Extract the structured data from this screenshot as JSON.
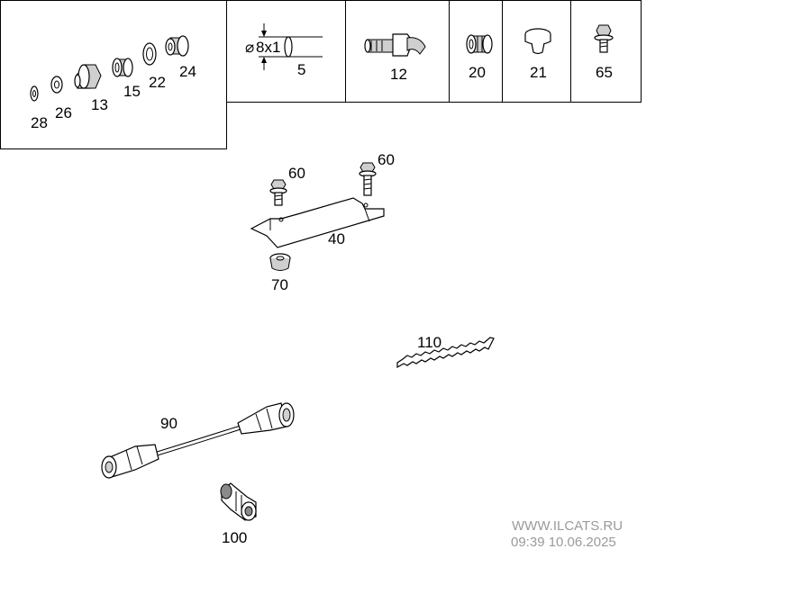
{
  "labels": {
    "p28": "28",
    "p26": "26",
    "p13": "13",
    "p15": "15",
    "p22": "22",
    "p24": "24",
    "dim": "8x1",
    "dia_sym": "⌀",
    "p5": "5",
    "p12": "12",
    "p20": "20",
    "p21": "21",
    "p65": "65",
    "p60a": "60",
    "p60b": "60",
    "p40": "40",
    "p70": "70",
    "p110": "110",
    "p90": "90",
    "p100": "100"
  },
  "watermark": {
    "site": "WWW.ILCATS.RU",
    "datetime": "09:39 10.06.2025"
  },
  "colors": {
    "line": "#000000",
    "fill_light": "#cfcfcf",
    "fill_dark": "#8a8a8a",
    "watermark": "#9a9a9a"
  }
}
